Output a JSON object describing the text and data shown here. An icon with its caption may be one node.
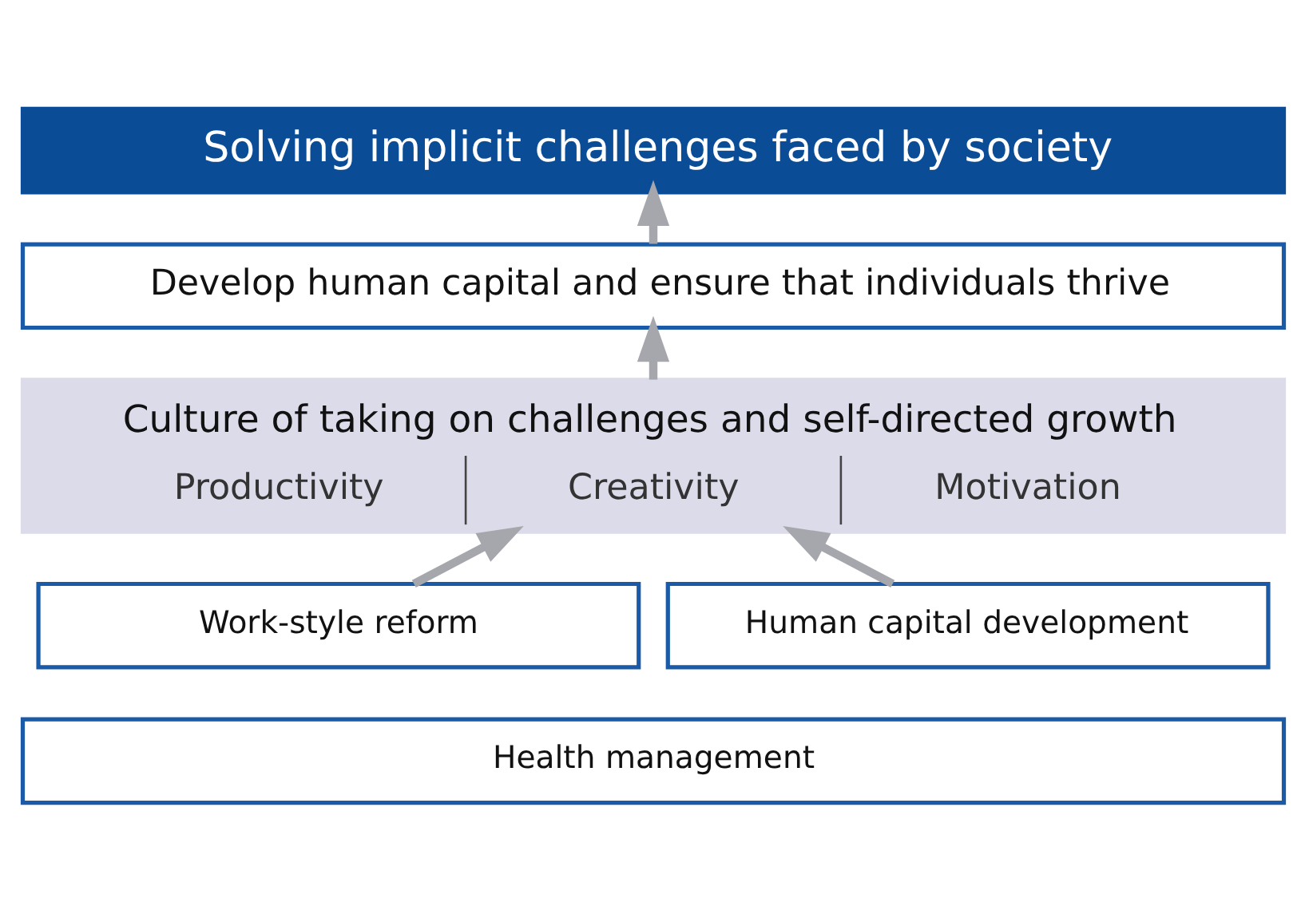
{
  "diagram": {
    "nodes": [
      {
        "text": [
          "Solving implicit challenges faced by society"
        ]
      },
      {
        "text": [
          "Develop human capital and ensure that individuals thrive"
        ]
      },
      {
        "text": [
          "Culture of taking on challenges and self-directed growth",
          "Productivity",
          "Creativity",
          "Motivation"
        ]
      },
      {
        "text": [
          "Work-style reform"
        ]
      },
      {
        "text": [
          "Human capital development"
        ]
      },
      {
        "text": [
          "Health management"
        ]
      }
    ],
    "edges": [
      {
        "from": 1,
        "to": 0,
        "arrow": "to"
      },
      {
        "from": 2,
        "to": 1,
        "arrow": "to"
      },
      {
        "from": 3,
        "to": 2,
        "arrow": "to"
      },
      {
        "from": 4,
        "to": 2,
        "arrow": "to"
      }
    ]
  }
}
